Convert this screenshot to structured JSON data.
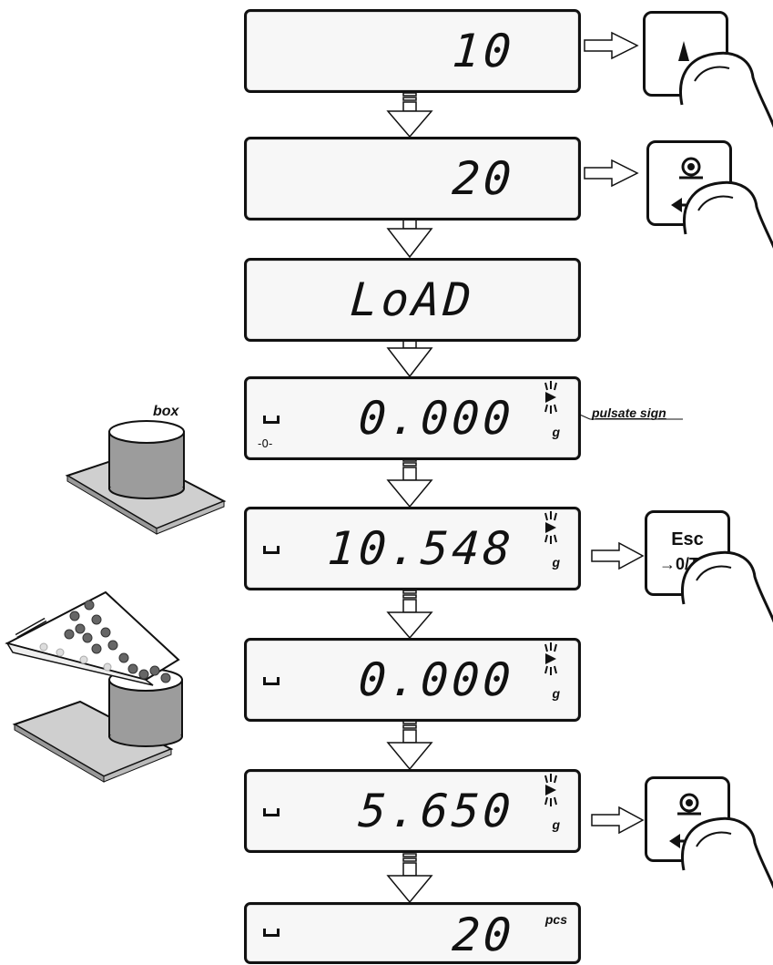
{
  "displays": [
    {
      "value": "10",
      "unit": ""
    },
    {
      "value": "20",
      "unit": ""
    },
    {
      "value": "LoAD",
      "unit": ""
    },
    {
      "value": "0.000",
      "unit": "g"
    },
    {
      "value": "10.548",
      "unit": "g"
    },
    {
      "value": "0.000",
      "unit": "g"
    },
    {
      "value": "5.650",
      "unit": "g"
    },
    {
      "value": "20",
      "unit": "pcs"
    }
  ],
  "keys": {
    "esc_top": "Esc",
    "esc_bottom": "→0/T←"
  },
  "labels": {
    "pulsate_sign": "pulsate sign",
    "box": "box",
    "zero_indicator": "-0-"
  }
}
